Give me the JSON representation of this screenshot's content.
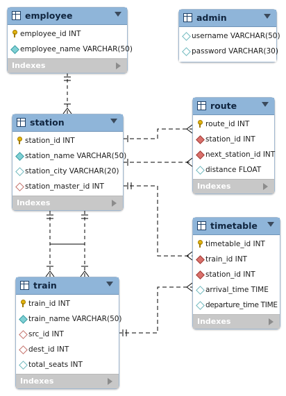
{
  "tables": {
    "employee": {
      "title": "employee",
      "columns": [
        {
          "name": "employee_id INT",
          "icon": "primary-key"
        },
        {
          "name": "employee_name VARCHAR(50)",
          "icon": "column"
        }
      ],
      "footer": "Indexes"
    },
    "admin": {
      "title": "admin",
      "columns": [
        {
          "name": "username VARCHAR(50)",
          "icon": "nullable-column"
        },
        {
          "name": "password VARCHAR(30)",
          "icon": "nullable-column"
        }
      ]
    },
    "station": {
      "title": "station",
      "columns": [
        {
          "name": "station_id INT",
          "icon": "primary-key"
        },
        {
          "name": "station_name VARCHAR(50)",
          "icon": "column"
        },
        {
          "name": "station_city VARCHAR(20)",
          "icon": "nullable-column"
        },
        {
          "name": "station_master_id INT",
          "icon": "nullable-foreign-key"
        }
      ],
      "footer": "Indexes"
    },
    "route": {
      "title": "route",
      "columns": [
        {
          "name": "route_id INT",
          "icon": "primary-key"
        },
        {
          "name": "station_id INT",
          "icon": "foreign-key"
        },
        {
          "name": "next_station_id INT",
          "icon": "foreign-key"
        },
        {
          "name": "distance FLOAT",
          "icon": "nullable-column"
        }
      ],
      "footer": "Indexes"
    },
    "timetable": {
      "title": "timetable",
      "columns": [
        {
          "name": "timetable_id INT",
          "icon": "primary-key"
        },
        {
          "name": "train_id INT",
          "icon": "foreign-key"
        },
        {
          "name": "station_id INT",
          "icon": "foreign-key"
        },
        {
          "name": "arrival_time TIME",
          "icon": "nullable-column"
        },
        {
          "name": "departure_time TIME",
          "icon": "nullable-column"
        }
      ],
      "footer": "Indexes"
    },
    "train": {
      "title": "train",
      "columns": [
        {
          "name": "train_id INT",
          "icon": "primary-key"
        },
        {
          "name": "train_name VARCHAR(50)",
          "icon": "column"
        },
        {
          "name": "src_id INT",
          "icon": "nullable-foreign-key"
        },
        {
          "name": "dest_id INT",
          "icon": "nullable-foreign-key"
        },
        {
          "name": "total_seats INT",
          "icon": "nullable-column"
        }
      ],
      "footer": "Indexes"
    }
  },
  "colors": {
    "header": "#8fb5d9",
    "footer": "#c8c8c8",
    "line": "#000000"
  }
}
